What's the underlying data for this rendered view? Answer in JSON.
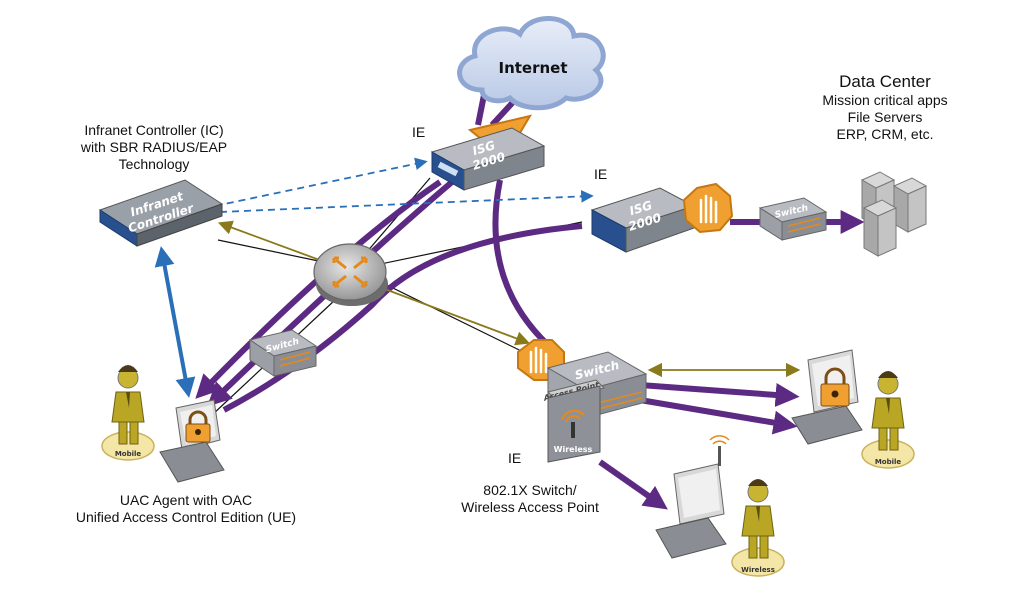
{
  "cloud": {
    "label": "Internet"
  },
  "infranet_controller": {
    "caption": [
      "Infranet Controller (IC)",
      "with SBR RADIUS/EAP",
      "Technology"
    ],
    "device_text": [
      "Infranet",
      "Controller"
    ]
  },
  "isg_top": {
    "tag": "IE",
    "device_text": [
      "ISG",
      "2000"
    ]
  },
  "isg_right": {
    "tag": "IE",
    "device_text": [
      "ISG",
      "2000"
    ]
  },
  "data_center": {
    "title": "Data Center",
    "lines": [
      "Mission critical apps",
      "File Servers",
      "ERP, CRM, etc."
    ]
  },
  "small_switches": {
    "label": "Switch"
  },
  "access_switch": {
    "label": "Switch",
    "ap_label": "Access Point",
    "wireless_label": "Wireless",
    "tag": "IE",
    "caption": [
      "802.1X Switch/",
      "Wireless Access Point"
    ]
  },
  "uac_agent": {
    "caption": [
      "UAC Agent with OAC",
      "Unified Access Control Edition (UE)"
    ]
  },
  "users": {
    "left": "Mobile",
    "right": "Mobile",
    "bottom": "Wireless"
  },
  "colors": {
    "purple": "#5c2a82",
    "blue": "#2a6fb8",
    "olive": "#8a7a1c",
    "orange": "#f0a030"
  }
}
